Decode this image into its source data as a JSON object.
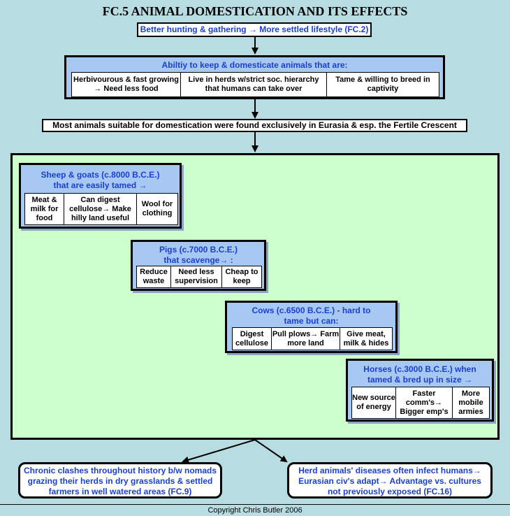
{
  "title": "FC.5 ANIMAL DOMESTICATION AND ITS EFFECTS",
  "top_box": "Better hunting & gathering → More settled lifestyle (FC.2)",
  "ability": {
    "heading": "Abiltiy to keep & domesticate animals that are:",
    "cells": [
      "Herbivourous & fast growing → Need less food",
      "Live in herds w/strict soc. hierarchy that humans can take over",
      "Tame & willing to breed in captivity"
    ]
  },
  "eurasia": "Most animals suitable for domestication were found exclusively in Eurasia & esp. the Fertile Crescent",
  "animals": [
    {
      "heading_1": "Sheep & goats (c.8000 B.C.E.)",
      "heading_2": "that are easily tamed →",
      "cells": [
        "Meat & milk for food",
        "Can digest cellulose→ Make hilly land useful",
        "Wool for clothing"
      ]
    },
    {
      "heading_1": "Pigs (c.7000 B.C.E.)",
      "heading_2": "that scavenge→ :",
      "cells": [
        "Reduce waste",
        "Need less supervision",
        "Cheap to keep"
      ]
    },
    {
      "heading_1": "Cows (c.6500 B.C.E.) - hard to",
      "heading_2": "tame but can:",
      "cells": [
        "Digest cellulose",
        "Pull plows→ Farm more land",
        "Give meat, milk & hides"
      ]
    },
    {
      "heading_1": "Horses (c.3000 B.C.E.) when",
      "heading_2": "tamed & bred up in size →",
      "cells": [
        "New source of energy",
        "Faster comm's→ Bigger emp's",
        "More mobile armies"
      ]
    }
  ],
  "effects": [
    "Chronic clashes throughout history b/w nomads grazing their herds in dry grasslands & settled farmers in well watered areas (FC.9)",
    "Herd animals' diseases often infect humans→ Eurasian civ's adapt→ Advantage vs. cultures not previously exposed (FC.16)"
  ],
  "copyright": "Copyright Chris Butler 2006"
}
